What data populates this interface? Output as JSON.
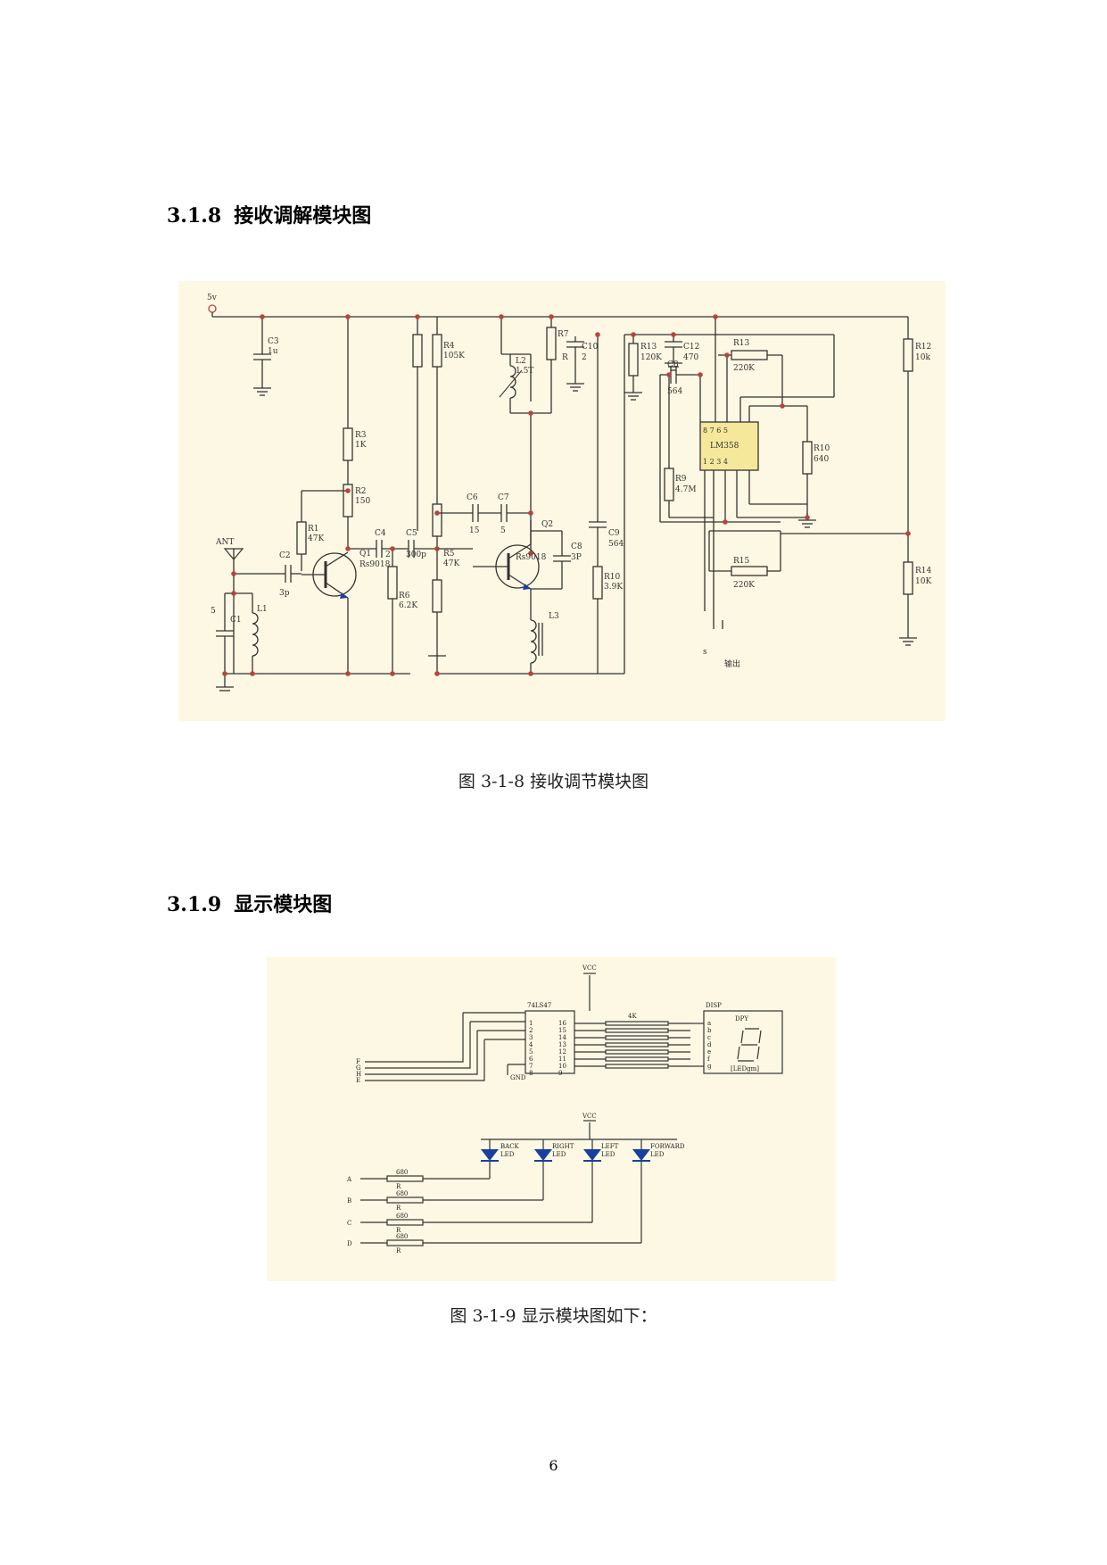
{
  "sections": [
    {
      "number": "3.1.8",
      "title": "接收调解模块图"
    },
    {
      "number": "3.1.9",
      "title": "显示模块图"
    }
  ],
  "figures": [
    {
      "caption": "图 3-1-8 接收调节模块图",
      "labels": {
        "vcc": "5v",
        "ant": "ANT",
        "c3": "C3",
        "c3v": "1u",
        "r3": "R3",
        "r3v": "1K",
        "r2": "R2",
        "r2v": "150",
        "r1": "R1",
        "r1v": "47K",
        "c2": "C2",
        "c2v": "3p",
        "c1": "C1",
        "c1v": "5",
        "l1": "L1",
        "q1": "Q1",
        "q1v": "Rs9018",
        "c4": "C4",
        "c4v": "2",
        "c5": "C5",
        "c5v": "300p",
        "r6": "R6",
        "r6v": "6.2K",
        "r4": "R4",
        "r4v": "105K",
        "r5": "R5",
        "r5v": "47K",
        "l2": "L2",
        "l2v": "1.5T",
        "c6": "C6",
        "c6v": "15",
        "c7": "C7",
        "c7v": "5",
        "q2": "Q2",
        "q2v": "Rs9018",
        "c8a": "C8",
        "c8av": "3P",
        "l3": "L3",
        "r7": "R7",
        "r7v": "R",
        "c10": "C10",
        "c10v": "2",
        "r10a": "R10",
        "r10av": "3.9K",
        "c9": "C9",
        "c9v": "564",
        "r13a": "R13",
        "r13av": "120K",
        "c12": "C12",
        "c12v": "470",
        "r13b": "R13",
        "r13bv": "220K",
        "c8b": "C8",
        "c8bv": "564",
        "ic": "LM358",
        "pins_top": "8 7 6 5",
        "pins_bot": "1 2 3 4",
        "r9": "R9",
        "r9v": "4.7M",
        "r10b": "R10",
        "r10bv": "640",
        "r15": "R15",
        "r15v": "220K",
        "r12": "R12",
        "r12v": "10k",
        "r14": "R14",
        "r14v": "10K",
        "out_s": "s",
        "out": "输出"
      }
    },
    {
      "caption": "图 3-1-9 显示模块图如下：",
      "labels": {
        "vcc": "VCC",
        "chip": "74LS47",
        "res": "4K",
        "disp": "DISP",
        "dpy": "DPY",
        "seg": "[LEDgm]",
        "gnd": "GND",
        "inputs": [
          "F",
          "G",
          "H",
          "E"
        ],
        "left_pins": [
          "1",
          "2",
          "3",
          "4",
          "5",
          "6",
          "7",
          "8"
        ],
        "right_pins": [
          "16",
          "15",
          "14",
          "13",
          "12",
          "11",
          "10",
          "9"
        ],
        "disp_pins": [
          "a",
          "b",
          "c",
          "d",
          "e",
          "f",
          "g"
        ],
        "vcc2": "VCC",
        "leds": [
          "BACK",
          "RIGHT",
          "LEFT",
          "FORWARD"
        ],
        "led_sub": "LED",
        "rows": [
          "A",
          "B",
          "C",
          "D"
        ],
        "rval": "680",
        "rname": "R"
      }
    }
  ],
  "page_number": "6"
}
